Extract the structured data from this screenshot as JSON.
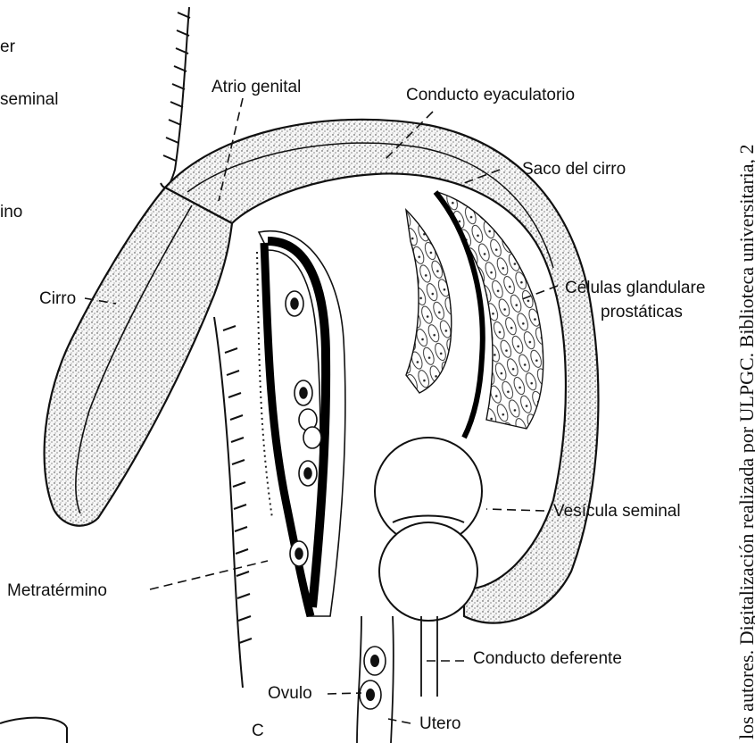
{
  "figure": {
    "panel_letter": "C",
    "labels": {
      "atrio_genital": "Atrio genital",
      "conducto_eyaculatorio": "Conducto eyaculatorio",
      "saco_del_cirro": "Saco del cirro",
      "celulas_glandulares": "Células glandulare",
      "prostaticas": "prostáticas",
      "cirro": "Cirro",
      "vesicula_seminal": "Vesícula seminal",
      "metratermino": "Metratérmino",
      "conducto_deferente": "Conducto deferente",
      "ovulo": "Ovulo",
      "utero": "Utero"
    },
    "cropped_left_labels": [
      "er",
      "seminal",
      "ino"
    ]
  },
  "watermark": "los autores. Digitalización realizada por ULPGC. Biblioteca universitaria, 2"
}
